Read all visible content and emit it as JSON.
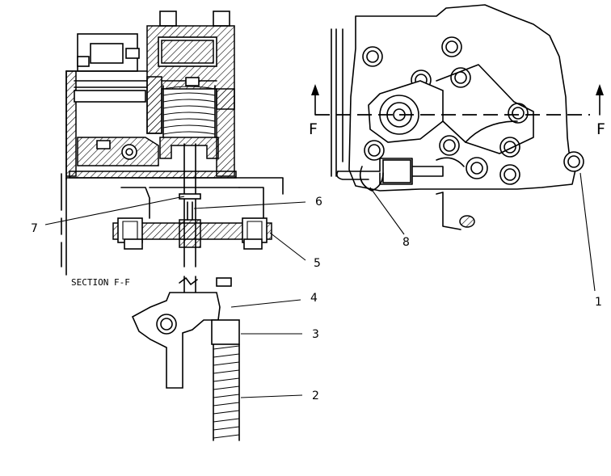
{
  "diagram": {
    "section_label": "SECTION F-F",
    "section_marker_left": "F",
    "section_marker_right": "F",
    "callouts": [
      "1",
      "2",
      "3",
      "4",
      "5",
      "6",
      "7",
      "8"
    ]
  }
}
